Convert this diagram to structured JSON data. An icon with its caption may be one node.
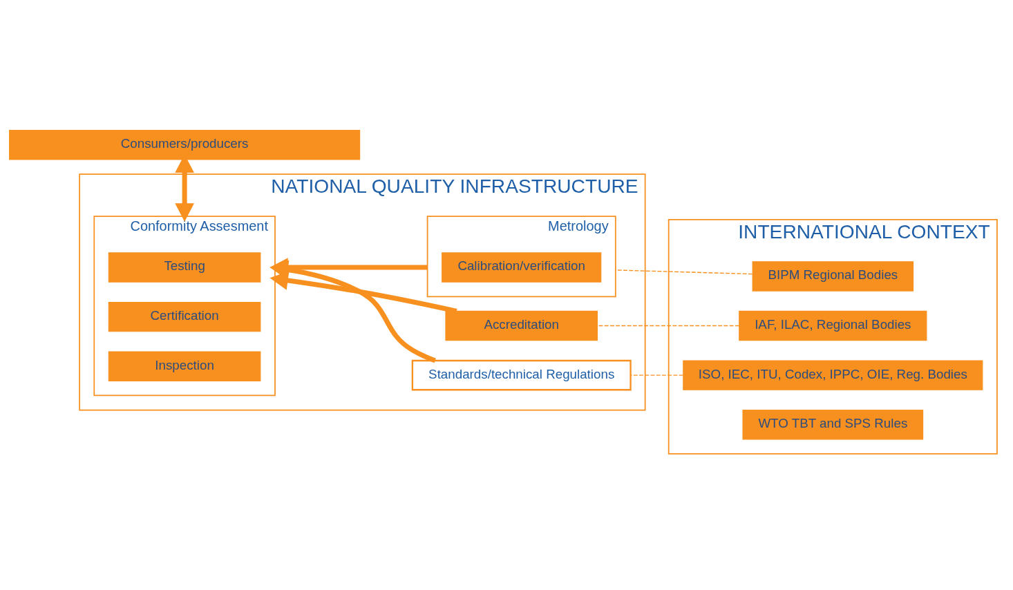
{
  "diagram": {
    "nodes": [
      {
        "text": [
          "NATIONAL QUALITY INFRASTRUCTURE"
        ]
      },
      {
        "text": [
          "Accreditation"
        ],
        "in": 0
      },
      {
        "text": [
          "Conformity Assesment"
        ],
        "in": 0
      },
      {
        "text": [
          "Testing"
        ],
        "in": 2
      },
      {
        "text": [
          "Certification"
        ],
        "in": 2
      },
      {
        "text": [
          "Inspection"
        ],
        "in": 2
      },
      {
        "text": [
          "Standards/technical Regulations"
        ],
        "in": 0
      },
      {
        "text": [
          "Metrology"
        ],
        "in": 0
      },
      {
        "text": [
          "Calibration/verification"
        ],
        "in": 7
      },
      {
        "text": [
          "INTERNATIONAL CONTEXT"
        ]
      },
      {
        "text": [
          "IAF, ILAC, Regional Bodies"
        ],
        "in": 9
      },
      {
        "text": [
          "ISO, IEC, ITU, Codex, IPPC, OIE, Reg. Bodies"
        ],
        "in": 9
      },
      {
        "text": [
          "BIPM Regional Bodies"
        ],
        "in": 9
      },
      {
        "text": [
          "WTO TBT and SPS Rules"
        ],
        "in": 9
      },
      {
        "text": [
          "Consumers/producers"
        ]
      }
    ],
    "edges": [
      {
        "from": 1,
        "to": 2,
        "arrow": "to"
      },
      {
        "from": 6,
        "to": 2,
        "arrow": "to"
      },
      {
        "from": 7,
        "to": 2,
        "arrow": "to"
      },
      {
        "from": 2,
        "to": 14,
        "arrow": "both"
      },
      {
        "from": 1,
        "to": 10,
        "arrow": "none",
        "style": "dashed"
      },
      {
        "from": 6,
        "to": 11,
        "arrow": "none",
        "style": "dashed"
      },
      {
        "from": 7,
        "to": 12,
        "arrow": "none",
        "style": "dashed"
      }
    ]
  }
}
